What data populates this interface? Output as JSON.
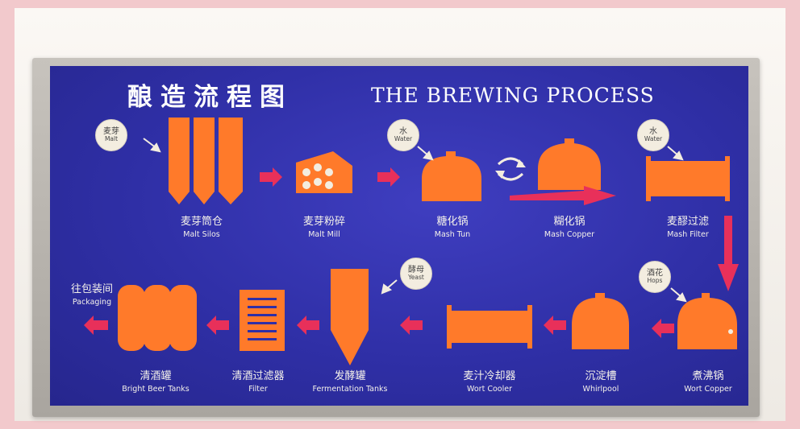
{
  "title_cn": "酿造流程图",
  "title_en": "THE BREWING PROCESS",
  "ingredients": [
    {
      "cn": "麦芽",
      "en": "Malt"
    },
    {
      "cn": "水",
      "en": "Water"
    },
    {
      "cn": "水",
      "en": "Water"
    },
    {
      "cn": "酒花",
      "en": "Hops"
    },
    {
      "cn": "酵母",
      "en": "Yeast"
    }
  ],
  "steps": [
    {
      "cn": "麦芽筒仓",
      "en": "Malt Silos"
    },
    {
      "cn": "麦芽粉碎",
      "en": "Malt Mill"
    },
    {
      "cn": "糖化锅",
      "en": "Mash Tun"
    },
    {
      "cn": "糊化锅",
      "en": "Mash Copper"
    },
    {
      "cn": "麦醪过滤",
      "en": "Mash Filter"
    },
    {
      "cn": "煮沸锅",
      "en": "Wort Copper"
    },
    {
      "cn": "沉淀槽",
      "en": "Whirlpool"
    },
    {
      "cn": "麦汁冷却器",
      "en": "Wort Cooler"
    },
    {
      "cn": "发酵罐",
      "en": "Fermentation Tanks"
    },
    {
      "cn": "清酒过滤器",
      "en": "Filter"
    },
    {
      "cn": "清酒罐",
      "en": "Bright Beer Tanks"
    }
  ],
  "end": {
    "cn": "往包装间",
    "en": "Packaging"
  },
  "colors": {
    "board": "#2f2fa6",
    "shape": "#ff7a2a",
    "arrow": "#e8305a",
    "text": "#f4f1ea"
  }
}
